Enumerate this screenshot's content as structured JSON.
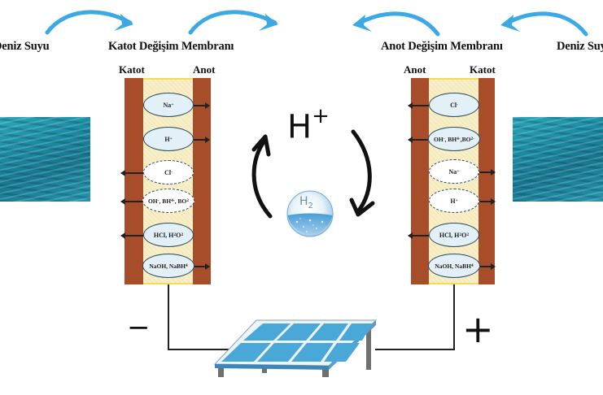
{
  "titles": {
    "left_sea": "Deniz Suyu",
    "cathode_membrane": "Katot Değişim Membranı",
    "anode_membrane": "Anot Değişim Membranı",
    "right_sea": "Deniz Suyu"
  },
  "left_cell": {
    "left_electrode": "Katot",
    "right_electrode": "Anot",
    "ions": [
      {
        "label": "Na+",
        "style": "solid",
        "direction": "right"
      },
      {
        "label": "H+",
        "style": "solid",
        "direction": "right"
      },
      {
        "label": "Cl-",
        "style": "dashed",
        "direction": "left"
      },
      {
        "label": "OH-, BH4-, BO2",
        "style": "dashed",
        "direction": "left"
      },
      {
        "label": "HCl, H2O2",
        "style": "solid",
        "direction": "left"
      },
      {
        "label": "NaOH, NaBH4",
        "style": "solid",
        "direction": "right"
      }
    ]
  },
  "right_cell": {
    "left_electrode": "Anot",
    "right_electrode": "Katot",
    "ions": [
      {
        "label": "Cl-",
        "style": "solid",
        "direction": "left"
      },
      {
        "label": "OH-, BH4-, BO2-",
        "style": "solid",
        "direction": "left"
      },
      {
        "label": "Na+",
        "style": "dashed",
        "direction": "right"
      },
      {
        "label": "H+",
        "style": "dashed",
        "direction": "right"
      },
      {
        "label": "HCl, H2O2",
        "style": "solid",
        "direction": "left"
      },
      {
        "label": "NaOH, NaBH4",
        "style": "solid",
        "direction": "right"
      }
    ]
  },
  "center": {
    "ion": "H",
    "ion_charge": "+",
    "molecule": "H",
    "molecule_subscript": "2"
  },
  "circuit": {
    "negative_sign": "−",
    "positive_sign": "+",
    "power_source": "solar-panel"
  },
  "colors": {
    "flow_arrow": "#3aa9e6",
    "electrode": "#a84d2a",
    "membrane": "#f8efc6",
    "membrane_edge": "#f2dc5a",
    "solar_cell": "#4aa8d8"
  }
}
